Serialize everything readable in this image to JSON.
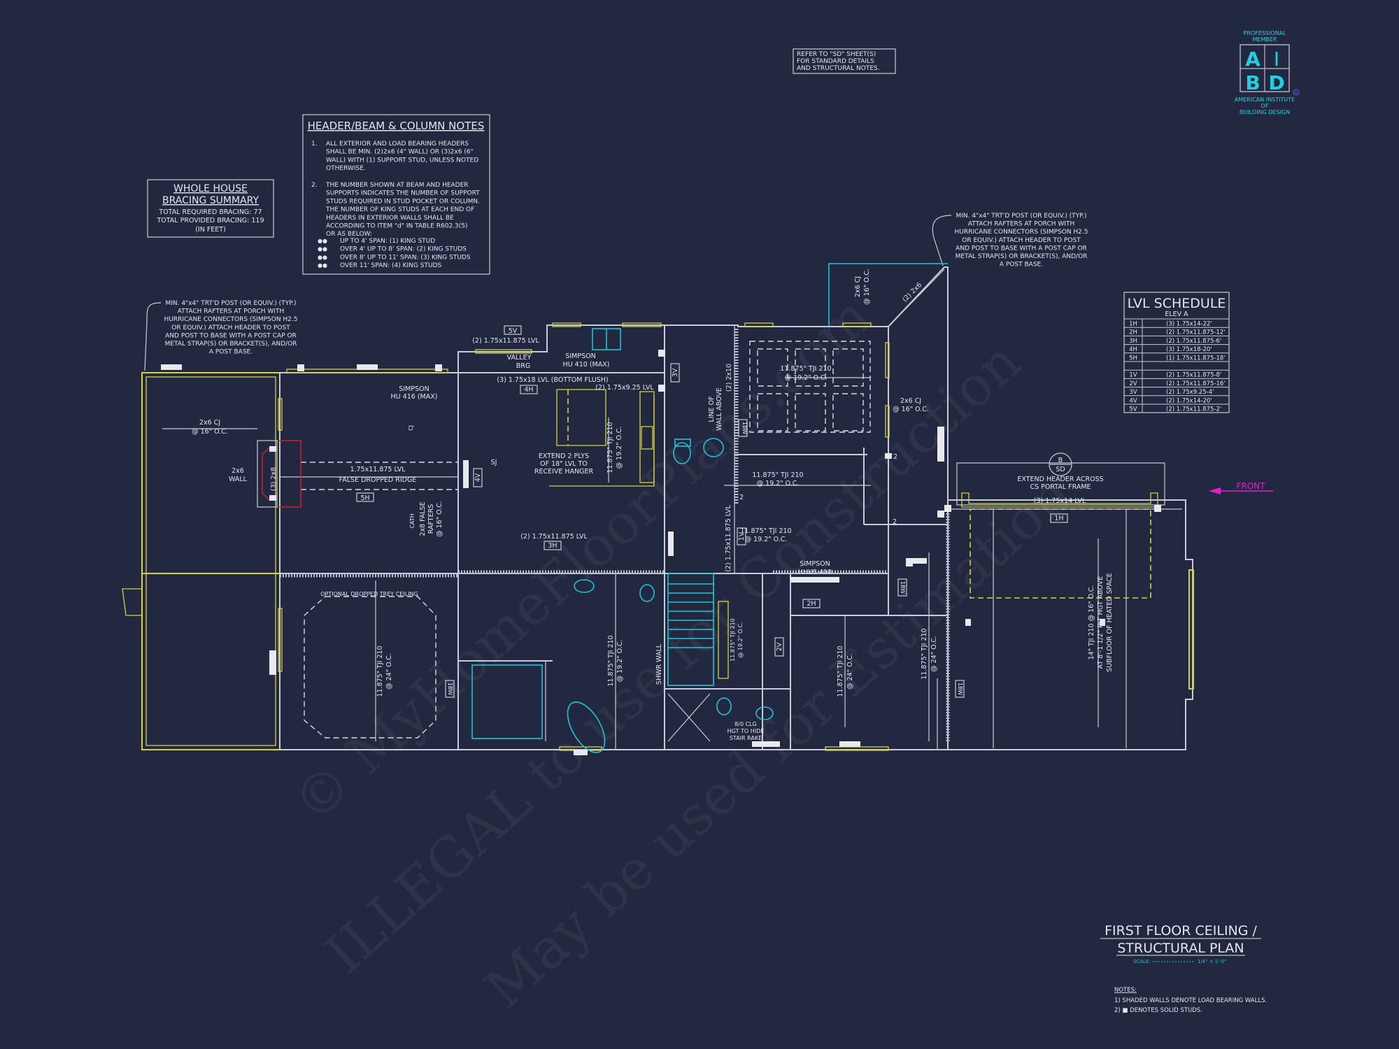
{
  "colors": {
    "background": "#222840",
    "wall": "#c9ccd8",
    "load_bearing": "#d6d23a",
    "fixtures": "#20c4d4",
    "front_arrow": "#e020c8",
    "ridge_highlight": "#d02030",
    "logo": "#20d0e0"
  },
  "logo": {
    "top": [
      "PROFESSIONAL",
      "MEMBER"
    ],
    "letters": [
      "A",
      "I",
      "B",
      "D"
    ],
    "registered": "R",
    "bottom": [
      "AMERICAN INSTITUTE",
      "OF",
      "BUILDING DESIGN"
    ]
  },
  "refer_note": [
    "REFER TO \"SD\" SHEET(S)",
    "FOR STANDARD DETAILS",
    "AND STRUCTURAL NOTES."
  ],
  "bracing": {
    "title": [
      "WHOLE HOUSE",
      "BRACING SUMMARY"
    ],
    "lines": [
      "TOTAL REQUIRED BRACING: 77",
      "TOTAL PROVIDED BRACING: 119",
      "(IN FEET)"
    ]
  },
  "header_notes": {
    "title": "HEADER/BEAM & COLUMN NOTES",
    "items": [
      {
        "num": "1.",
        "lines": [
          "ALL EXTERIOR AND LOAD BEARING HEADERS",
          "SHALL BE MIN. (2)2x6 (4\" WALL) OR (3)2x6 (6\"",
          "WALL) WITH (1) SUPPORT STUD, UNLESS NOTED",
          "OTHERWISE."
        ]
      },
      {
        "num": "2.",
        "lines": [
          "THE NUMBER SHOWN AT BEAM AND HEADER",
          "SUPPORTS INDICATES THE NUMBER OF SUPPORT",
          "STUDS REQUIRED IN STUD POCKET OR COLUMN.",
          "THE NUMBER OF KING STUDS AT EACH END OF",
          "HEADERS IN EXTERIOR WALLS SHALL BE",
          "ACCORDING TO ITEM \"d\" IN TABLE R602.3(5)",
          "OR AS BELOW:"
        ]
      }
    ],
    "bullets": [
      "UP TO 4' SPAN: (1) KING STUD",
      "OVER 4' UP TO 8' SPAN: (2) KING STUDS",
      "OVER 8' UP TO 11' SPAN: (3) KING STUDS",
      "OVER 11' SPAN: (4) KING STUDS"
    ]
  },
  "post_note": [
    "MIN. 4\"x4\" TRT'D POST (OR EQUIV.) (TYP.)",
    "ATTACH RAFTERS AT PORCH WITH",
    "HURRICANE CONNECTORS (SIMPSON H2.5",
    "OR EQUIV.) ATTACH HEADER TO POST",
    "AND POST TO BASE WITH A POST CAP OR",
    "METAL STRAP(S) OR BRACKET(S), AND/OR",
    "A POST BASE."
  ],
  "lvl_schedule": {
    "title": "LVL SCHEDULE",
    "subtitle": "ELEV A",
    "headers": [
      {
        "mark": "1H",
        "spec": "(3) 1.75x14-22'"
      },
      {
        "mark": "2H",
        "spec": "(2) 1.75x11.875-12'"
      },
      {
        "mark": "3H",
        "spec": "(2) 1.75x11.875-6'"
      },
      {
        "mark": "4H",
        "spec": "(3) 1.75x18-20'"
      },
      {
        "mark": "5H",
        "spec": "(1) 1.75x11.875-18'"
      }
    ],
    "verticals": [
      {
        "mark": "1V",
        "spec": "(2) 1.75x11.875-8'"
      },
      {
        "mark": "2V",
        "spec": "(2) 1.75x11.875-16'"
      },
      {
        "mark": "3V",
        "spec": "(2) 1.75x9.25-4'"
      },
      {
        "mark": "4V",
        "spec": "(2) 1.75x14-20'"
      },
      {
        "mark": "5V",
        "spec": "(2) 1.75x11.875-2'"
      }
    ]
  },
  "plan": {
    "labels": [
      "2x6 CJ",
      "@ 16\" O.C.",
      "2x6",
      "WALL",
      "(3) 2x8",
      "2",
      "2",
      "1.75x11.875 LVL",
      "FALSE DROPPED RIDGE",
      "5H",
      "SIMPSON",
      "HU 416 (MAX)",
      "CJ",
      "CATH",
      "2x8 FALSE",
      "RAFTERS",
      "@ 16\" O.C.",
      "SJ",
      "4V",
      "5V",
      "(2) 1.75x11.875 LVL",
      "VALLEY",
      "BRG",
      "SIMPSON",
      "HU 410 (MAX)",
      "(3) 1.75x18 LVL (BOTTOM FLUSH)",
      "4H",
      "(2) 1.75x9.25 LVL",
      "3V",
      "EXTEND 2 PLYS",
      "OF 18\" LVL TO",
      "RECEIVE HANGER",
      "11.875\" TJI 210",
      "@ 19.2\" O.C.",
      "(2) 2x10",
      "LINE OF",
      "WALL ABOVE",
      "1BW",
      "11.875\" TJI 210",
      "@ 19.2\" O.C.",
      "2x6 CJ",
      "@ 16\" O.C.",
      "(2) 2x6",
      "2x6 CJ",
      "@ 16\" O.C.",
      "11.875\" TJI 210",
      "@ 19.2\" O.C.",
      "2",
      "2",
      "2",
      "(2) 1.75x11.875 LVL",
      "1V",
      "11.875\" TJI 210",
      "@ 19.2\" O.C.",
      "SIMPSON",
      "HHUS 410",
      "2H",
      "2V",
      "1BW",
      "(2) 1.75x11.875 LVL",
      "3H",
      "11.875\" TJI 210",
      "@ 19.2\" O.C.",
      "SHWR WALL",
      "11.875\" TJI 210",
      "@ 19.2\" O.C.",
      "8/0 CLG",
      "HGT TO HIDE",
      "STAIR RAKE",
      "11.875\" TJI 210",
      "@ 24\" O.C.",
      "11.875\" TJI 210",
      "@ 24\" O.C.",
      "1BW",
      "OPTIONAL DROPPED TREY CEILING",
      "11.875\" TJI 210",
      "@ 24\" O.C.",
      "1BW",
      "B",
      "SD",
      "EXTEND HEADER ACROSS",
      "CS PORTAL FRAME",
      "(3) 1.75x14 LVL",
      "1H",
      "14\" TJI 210 @ 16\" O.C.",
      "AT 8'-1 1/2\" PLT HGT ABOVE",
      "SUBFLOOR OF HEATED SPACE",
      "FRONT"
    ]
  },
  "title_block": {
    "title": [
      "FIRST FLOOR CEILING /",
      "STRUCTURAL PLAN"
    ],
    "scale_label": "SCALE:",
    "scale_value": "1/4\" = 1'-0\"",
    "notes_heading": "NOTES:",
    "notes": [
      "1) SHADED WALLS DENOTE LOAD BEARING WALLS.",
      "2) ■ DENOTES SOLID STUDS."
    ]
  },
  "watermark": [
    "© MyHomeFloorPlans.com",
    "ILLEGAL to use for Construction",
    "May be used for Estimation"
  ]
}
